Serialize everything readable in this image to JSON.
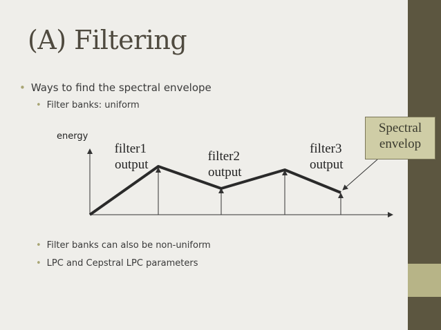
{
  "slide": {
    "title": "(A) Filtering",
    "bullets": [
      "Ways to find the spectral envelope",
      "Filter banks: uniform",
      "Filter banks can also be non-uniform",
      "LPC and Cepstral LPC parameters"
    ],
    "bullet_glyph": "•"
  },
  "diagram": {
    "y_axis_label": "energy",
    "filters": [
      {
        "name": "filter1",
        "caption": "output"
      },
      {
        "name": "filter2",
        "caption": "output"
      },
      {
        "name": "filter3",
        "caption": "output"
      }
    ],
    "callout": {
      "line1": "Spectral",
      "line2": "envelop"
    }
  },
  "colors": {
    "sidebar": "#5c5640",
    "sidebar_accent": "#b7b487",
    "callout_fill": "#cfcda6",
    "bullet_dot": "#a8a574"
  }
}
